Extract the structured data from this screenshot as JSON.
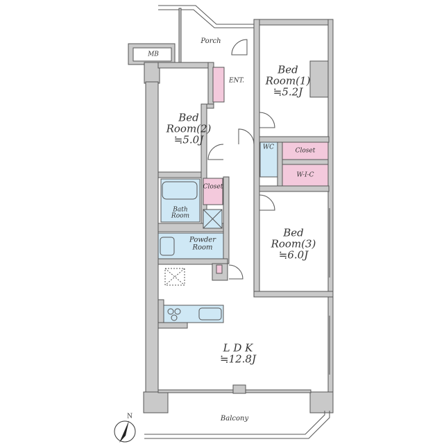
{
  "rooms": {
    "porch": "Porch",
    "mb": "MB",
    "entrance": "ENT.",
    "bedroom1": {
      "name1": "Bed",
      "name2": "Room(1)",
      "size": "≒5.2J"
    },
    "bedroom2": {
      "name1": "Bed",
      "name2": "Room(2)",
      "size": "≒5.0J"
    },
    "bedroom3": {
      "name1": "Bed",
      "name2": "Room(3)",
      "size": "≒6.0J"
    },
    "wc": "WC",
    "closet1": "Closet",
    "wic": "W-I-C",
    "closet2": "Closet",
    "bath": {
      "name1": "Bath",
      "name2": "Room"
    },
    "powder": {
      "name1": "Powder",
      "name2": "Room"
    },
    "ldk": {
      "name": "L D K",
      "size": "≒12.8J"
    },
    "balcony": "Balcony"
  },
  "compass": "N",
  "colors": {
    "wall": "#c9c9c9",
    "wet": "#cfe8f5",
    "storage": "#f3c9dc",
    "line": "#555555"
  }
}
